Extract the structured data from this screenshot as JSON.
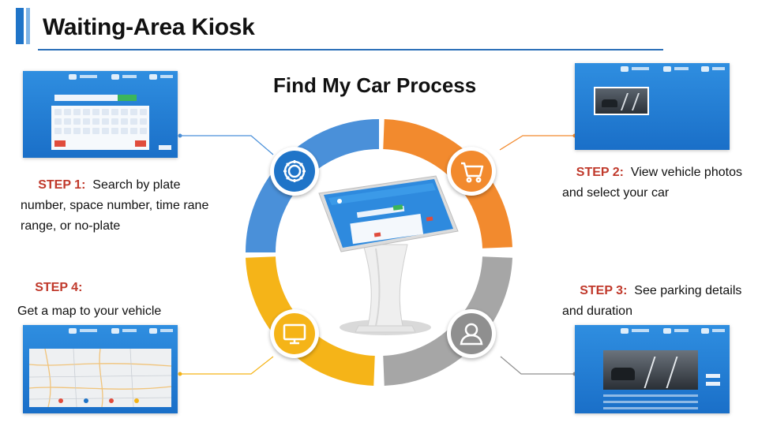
{
  "header": {
    "title": "Waiting-Area Kiosk"
  },
  "diagram": {
    "title": "Find My Car Process"
  },
  "steps": [
    {
      "label": "STEP 1:",
      "text": "Search by plate number, space number, time rane range, or no-plate",
      "icon": "gear-icon",
      "color": "#1f74c8"
    },
    {
      "label": "STEP 2:",
      "text": "View vehicle photos and select your car",
      "icon": "cart-icon",
      "color": "#f28a2e"
    },
    {
      "label": "STEP 3:",
      "text": "See parking details and duration",
      "icon": "user-icon",
      "color": "#8f8f8f"
    },
    {
      "label": "STEP 4:",
      "text": "Get a map to your vehicle",
      "icon": "monitor-icon",
      "color": "#f5b418"
    }
  ],
  "colors": {
    "blue": "#4a90d9",
    "orange": "#f28a2e",
    "gray": "#a6a6a6",
    "yellow": "#f5b418",
    "title_rule": "#2a6fb8"
  }
}
